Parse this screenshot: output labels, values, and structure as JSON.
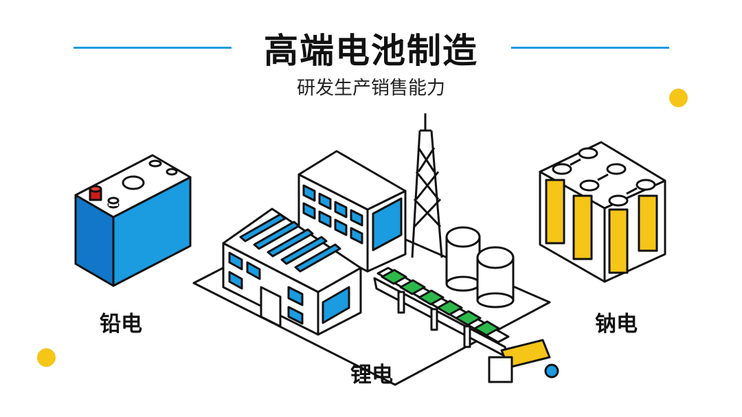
{
  "header": {
    "title": "高端电池制造",
    "subtitle": "研发生产销售能力"
  },
  "labels": {
    "lead": "铅电",
    "lithium": "锂电",
    "sodium": "钠电"
  },
  "colors": {
    "accent_blue": "#1b9be0",
    "yellow": "#f5c518",
    "green": "#2db84a",
    "outline": "#111111"
  }
}
